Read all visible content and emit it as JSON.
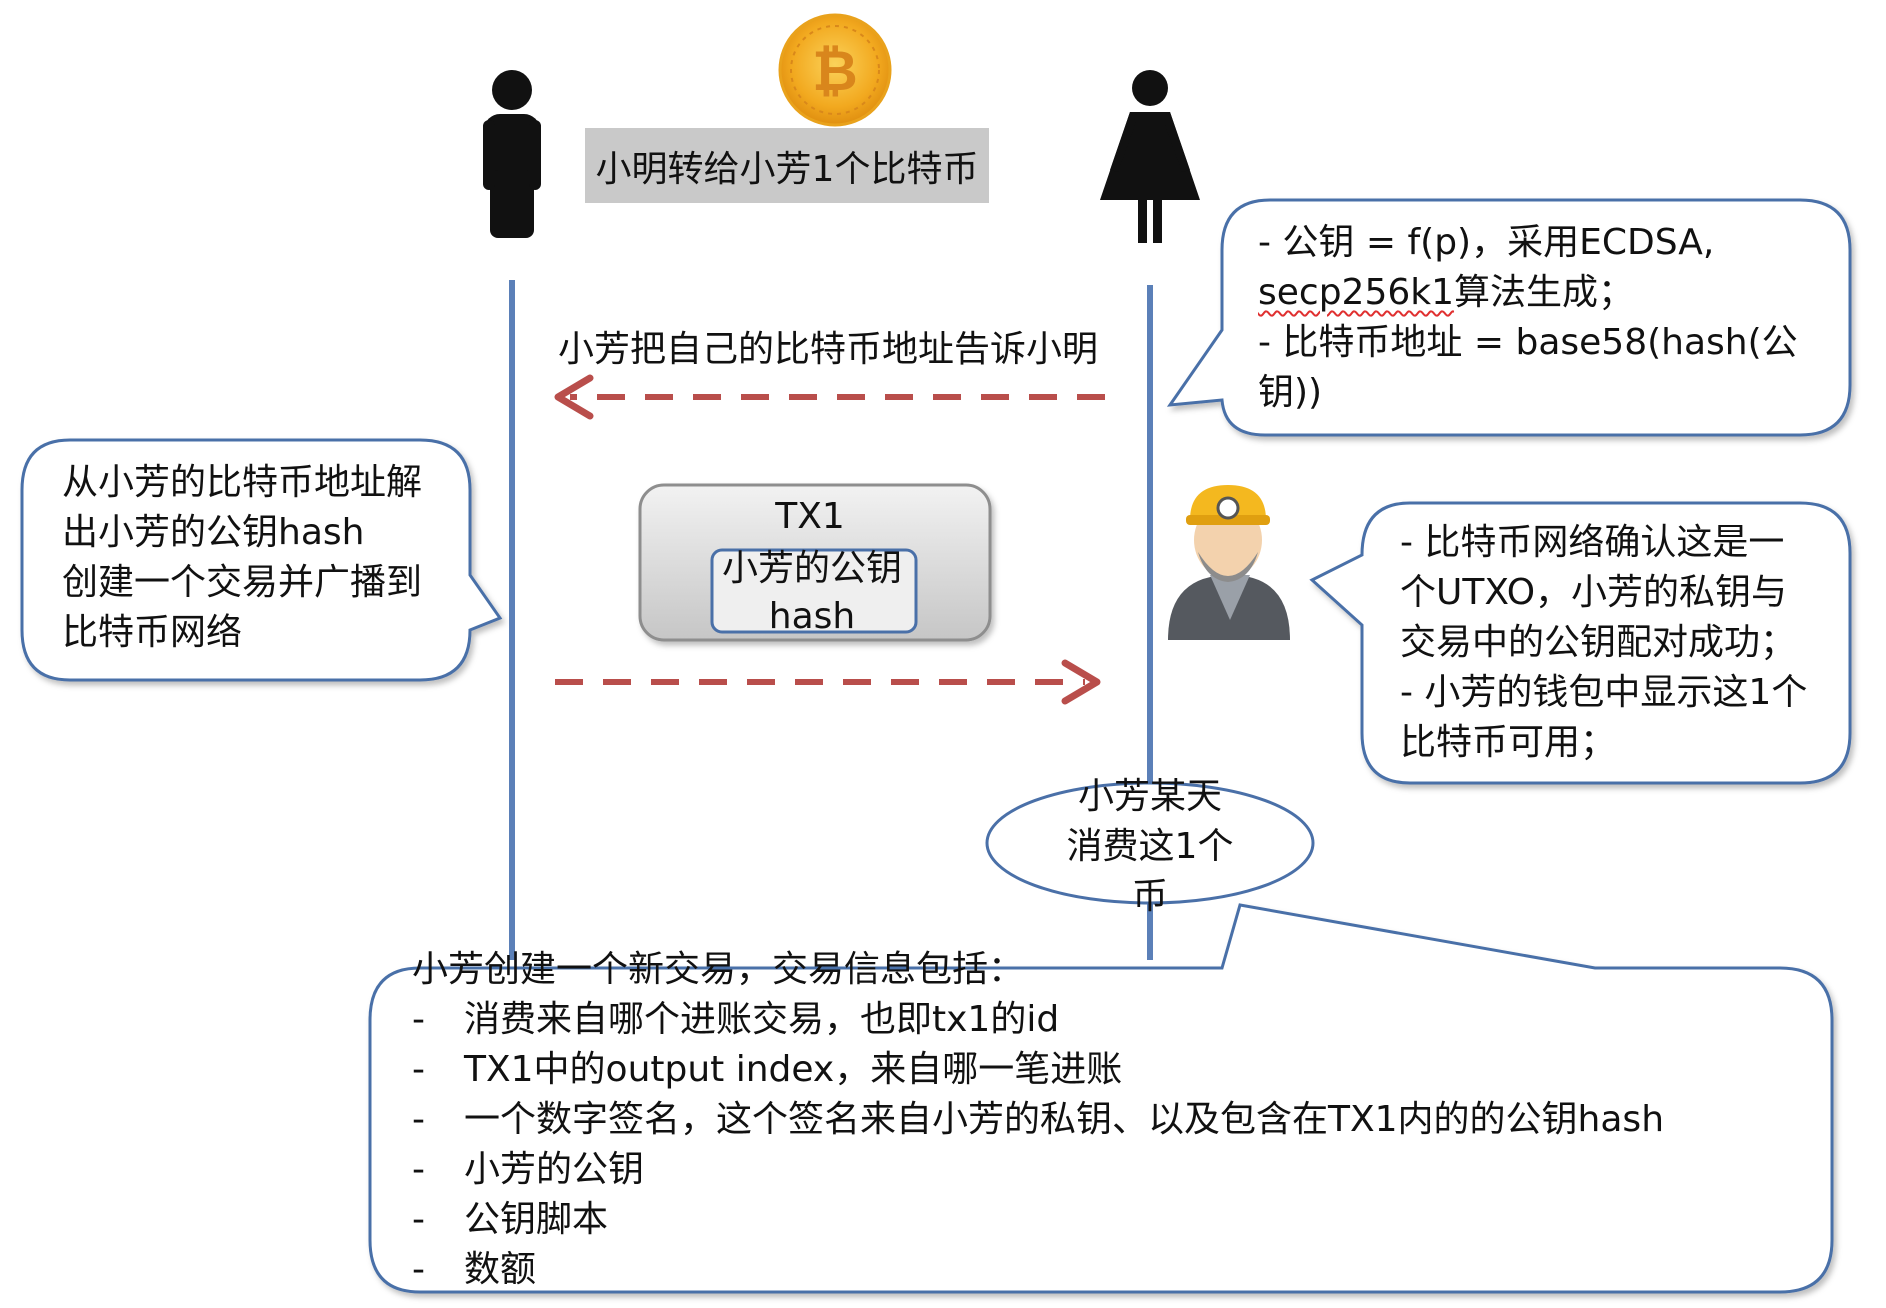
{
  "banner": {
    "text": "小明转给小芳1个比特币"
  },
  "arrow_left_label": "小芳把自己的比特币地址告诉小明",
  "bubble_top_right": {
    "line1": "- 公钥 = f(p)，采用ECDSA,",
    "line2_code": "secp256k1",
    "line2_rest": "算法生成；",
    "line3": "- 比特币地址 = base58(hash(公",
    "line4": "钥))"
  },
  "bubble_left": {
    "lines": [
      "从小芳的比特币地址解",
      "出小芳的公钥hash",
      "创建一个交易并广播到",
      "比特币网络"
    ]
  },
  "tx_box": {
    "title": "TX1",
    "inner_line1": "小芳的公钥",
    "inner_line2": "hash"
  },
  "bubble_right_mid": {
    "lines": [
      "- 比特币网络确认这是一",
      "个UTXO，小芳的私钥与",
      "交易中的公钥配对成功；",
      "- 小芳的钱包中显示这1个",
      "比特币可用；"
    ]
  },
  "ellipse": {
    "lines": [
      "小芳某天",
      "消费这1个",
      "币"
    ]
  },
  "bubble_bottom": {
    "heading": "小芳创建一个新交易，交易信息包括：",
    "items": [
      "消费来自哪个进账交易，也即tx1的id",
      "TX1中的output index，来自哪一笔进账",
      "一个数字签名，这个签名来自小芳的私钥、以及包含在TX1内的的公钥hash",
      "小芳的公钥",
      "公钥脚本",
      "数额"
    ],
    "dash": "-"
  },
  "colors": {
    "lifeline": "#5b80b8",
    "arrow": "#b94e4b",
    "bubble_stroke": "#4a70a8",
    "banner_bg": "#c9c9c9",
    "coin": "#f2a91f"
  },
  "icons": [
    "bitcoin-coin-icon",
    "man-person-icon",
    "woman-person-icon",
    "miner-icon"
  ]
}
